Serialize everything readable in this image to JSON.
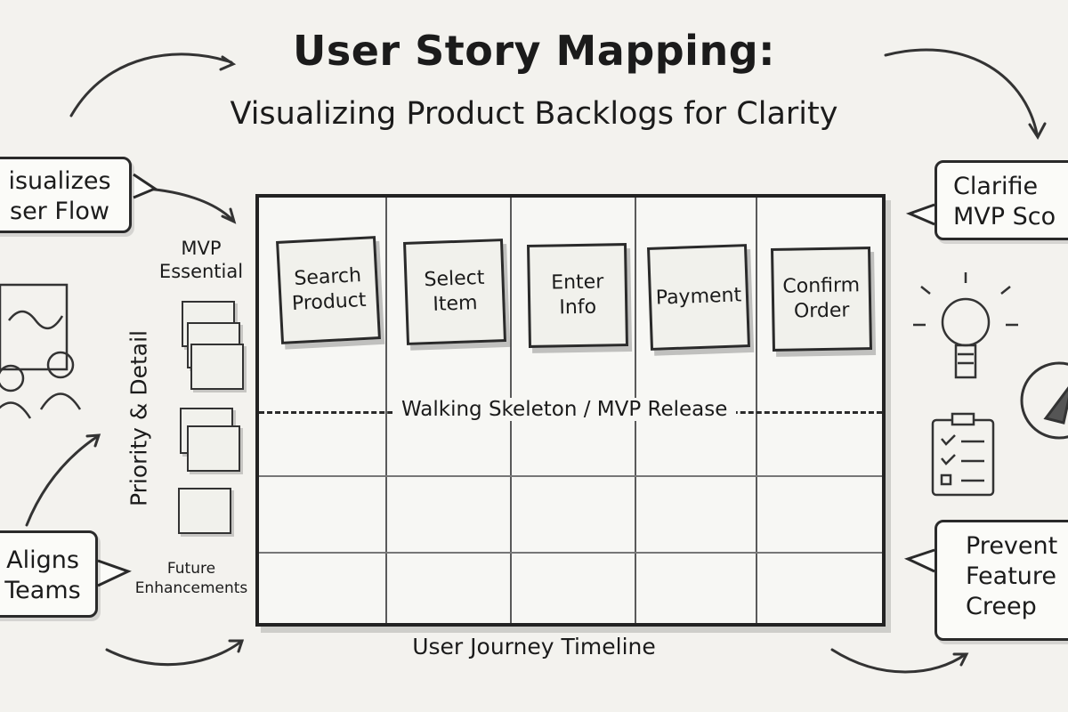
{
  "title": "User Story Mapping:",
  "subtitle": "Visualizing Product Backlogs for Clarity",
  "callouts": {
    "left_top": [
      "isualizes",
      "ser Flow"
    ],
    "left_bottom": [
      "Aligns",
      "Teams"
    ],
    "right_top": [
      "Clarifie",
      "MVP Sco"
    ],
    "right_bottom": [
      "Prevent",
      "Feature",
      "Creep"
    ]
  },
  "axis": {
    "vertical_label": "Priority & Detail",
    "top_label": "MVP Essential",
    "bottom_label": "Future Enhancements",
    "horizontal_label": "User Journey Timeline"
  },
  "board": {
    "activities": [
      "Search Product",
      "Select Item",
      "Enter Info",
      "Payment",
      "Confirm Order"
    ],
    "release_line_label": "Walking Skeleton / MVP Release"
  },
  "icons": [
    "lightbulb-icon",
    "compass-icon",
    "checklist-icon",
    "team-whiteboard-icon"
  ]
}
